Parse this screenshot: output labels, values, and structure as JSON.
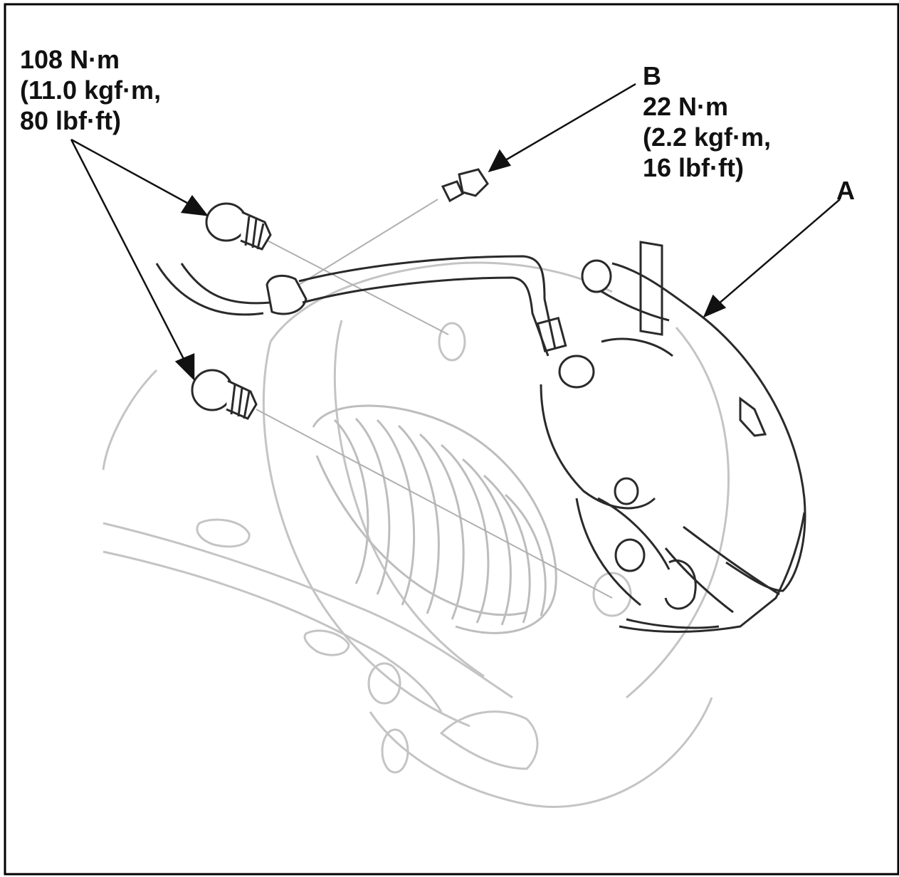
{
  "figure": {
    "description_labels": {
      "left_torque": {
        "line1": "108 N·m",
        "line2": "(11.0 kgf·m,",
        "line3": "80 lbf·ft)"
      },
      "b_torque": {
        "letter": "B",
        "line1": "22 N·m",
        "line2": "(2.2 kgf·m,",
        "line3": "16 lbf·ft)"
      },
      "a_label": "A"
    },
    "colors": {
      "ink": "#111111",
      "faint_line": "#bdbdbd",
      "part_line": "#2a2a2a",
      "frame": "#000000"
    }
  }
}
